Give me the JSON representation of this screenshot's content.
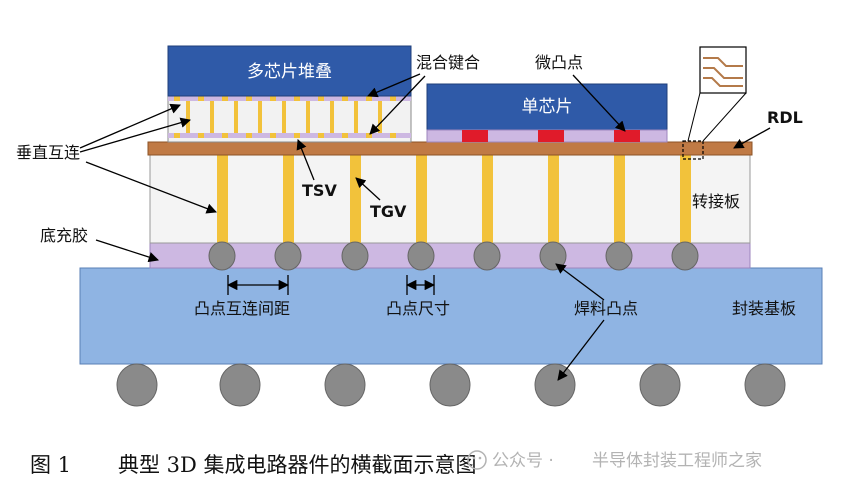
{
  "labels": {
    "multi_chip_stack": "多芯片堆叠",
    "hybrid_bonding": "混合键合",
    "micro_bump": "微凸点",
    "single_chip": "单芯片",
    "rdl": "RDL",
    "vertical_interconnect": "垂直互连",
    "tsv": "TSV",
    "tgv": "TGV",
    "interposer": "转接板",
    "underfill": "底充胶",
    "bump_pitch": "凸点互连间距",
    "bump_size": "凸点尺寸",
    "solder_bump": "焊料凸点",
    "package_substrate": "封装基板"
  },
  "caption": {
    "number": "图 1",
    "title": "典型 3D 集成电路器件的横截面示意图"
  },
  "watermark": {
    "prefix": "公众号 ·",
    "name": "半导体封装工程师之家"
  },
  "colors": {
    "chip_blue": "#2f5aa8",
    "rdl_brown": "#c07a45",
    "via_yellow": "#f2c23b",
    "underfill_purple": "#cdb8e2",
    "substrate_blue": "#8fb4e3",
    "solder_gray": "#8a8a8a",
    "micro_bump_red": "#e01b2a",
    "watermark_gray": "#b3b3b3"
  }
}
